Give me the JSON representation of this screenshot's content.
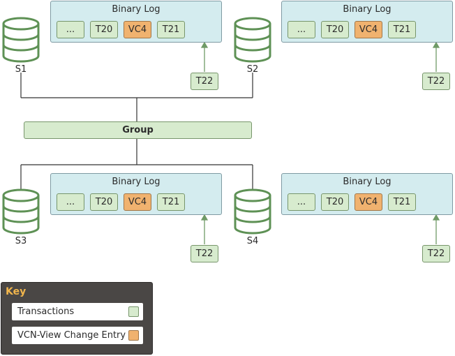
{
  "colors": {
    "transaction": "#d7ebce",
    "view_change": "#f0b26f",
    "binlog_bg": "#d4ecef",
    "db_icon": "#5e9155",
    "key_title": "#f2b64c"
  },
  "binlog_title": "Binary Log",
  "entries": {
    "ellipsis": "...",
    "t20": "T20",
    "vc4": "VC4",
    "t21": "T21",
    "t22": "T22"
  },
  "servers": {
    "s1": "S1",
    "s2": "S2",
    "s3": "S3",
    "s4": "S4"
  },
  "group_label": "Group",
  "key": {
    "title": "Key",
    "transactions": "Transactions",
    "view_change": "VCN-View Change Entry"
  },
  "icons": {
    "database": "database-icon",
    "arrow": "arrow-up-icon"
  }
}
